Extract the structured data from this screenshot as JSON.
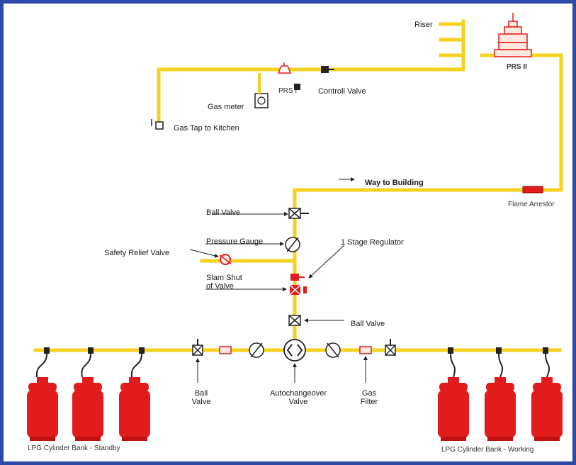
{
  "labels": {
    "riser": "Riser",
    "prs2": "PRS II",
    "gas_meter": "Gas meter",
    "prs1": "PRS I",
    "control_valve": "Controll Valve",
    "gas_tap": "Gas Tap to Kitchen",
    "way_to_building": "Way to Building",
    "flame_arrestor": "Flame Arrestor",
    "ball_valve_top": "Ball Valve",
    "pressure_gauge": "Pressure Gauge",
    "first_stage_regulator": "1 Stage Regulator",
    "safety_relief_valve": "Safety Relief Valve",
    "slam_shut_valve": "Slam Shut\nof Valve",
    "ball_valve_mid": "Ball Valve",
    "ball_valve_bottom": "Ball\nValve",
    "autochangeover_valve": "Autochangeover\nValve",
    "gas_filter": "Gas\nFilter",
    "bank_standby": "LPG Cylinder Bank - Standby",
    "bank_working": "LPG Cylinder Bank - Working"
  },
  "colors": {
    "frame": "#2f49a8",
    "pipe": "#f5d21f",
    "cylinder": "#e21c1c",
    "component_red": "#e21c1c",
    "text": "#1a1a1a"
  },
  "icons": [
    "ball-valve-icon",
    "pressure-gauge-icon",
    "regulator-icon",
    "gas-meter-icon",
    "flame-arrestor-icon",
    "gas-filter-icon",
    "lpg-cylinder-icon",
    "autochangeover-valve-icon",
    "control-valve-icon",
    "gas-tap-icon"
  ]
}
